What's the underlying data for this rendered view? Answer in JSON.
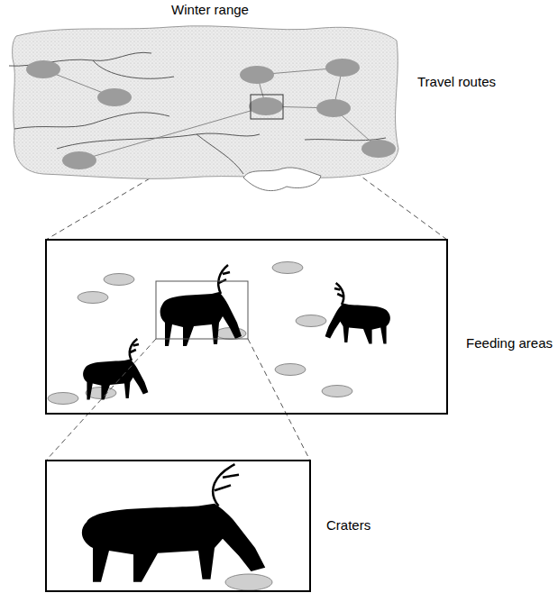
{
  "diagram": {
    "nodes": [
      {
        "text": [
          "Winter range",
          "Travel routes"
        ]
      },
      {
        "text": [
          "Feeding areas"
        ]
      },
      {
        "text": [
          "Craters"
        ]
      }
    ],
    "edges": [
      {
        "from": 0,
        "to": 1,
        "arrow": "none"
      },
      {
        "from": 1,
        "to": 2,
        "arrow": "none"
      }
    ]
  }
}
